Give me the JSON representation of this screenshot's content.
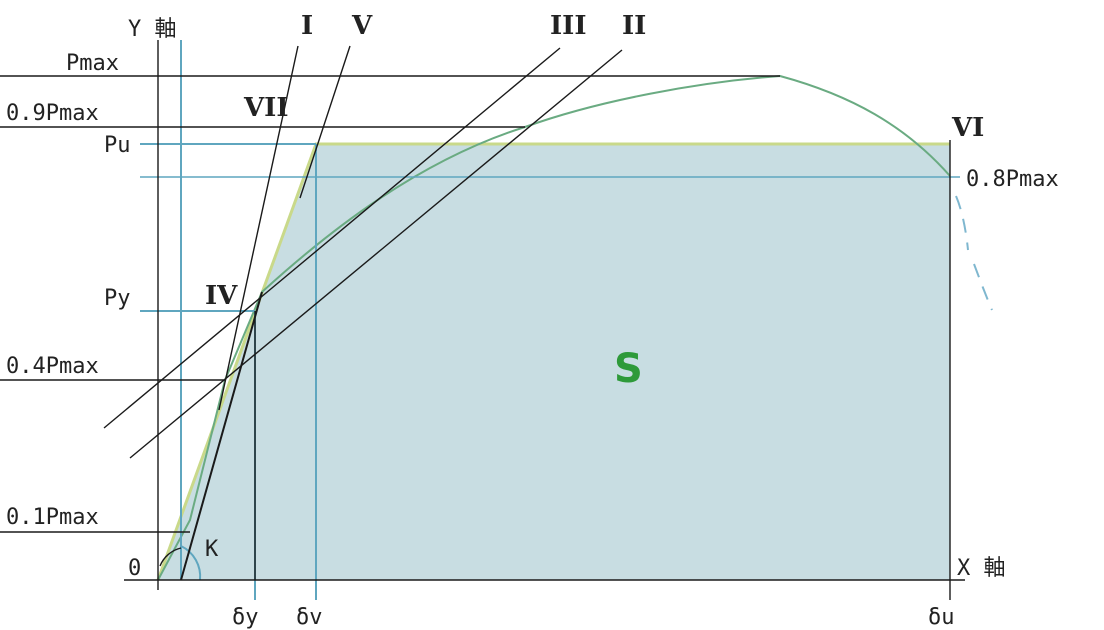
{
  "labels": {
    "y_axis": "Y 軸",
    "x_axis": "X 軸",
    "origin": "0",
    "pmax": "Pmax",
    "p09max": "0.9Pmax",
    "pu": "Pu",
    "py": "Py",
    "p04max": "0.4Pmax",
    "p01max": "0.1Pmax",
    "p08max": "0.8Pmax",
    "k": "K",
    "s": "S",
    "delta_y": "δy",
    "delta_v": "δv",
    "delta_u": "δu"
  },
  "roman_lines": {
    "line_i": "I",
    "line_ii": "II",
    "line_iii": "III",
    "line_iv": "IV",
    "line_v": "V",
    "line_vi": "VI",
    "line_vii": "VII"
  },
  "colors": {
    "area_fill": "#c8dde2",
    "envelope": "#c9d98a",
    "curve": "#6aab82",
    "guide_blue": "#5fa6bf",
    "ink": "#1a1a1a",
    "s_label": "#2e9a3a"
  }
}
